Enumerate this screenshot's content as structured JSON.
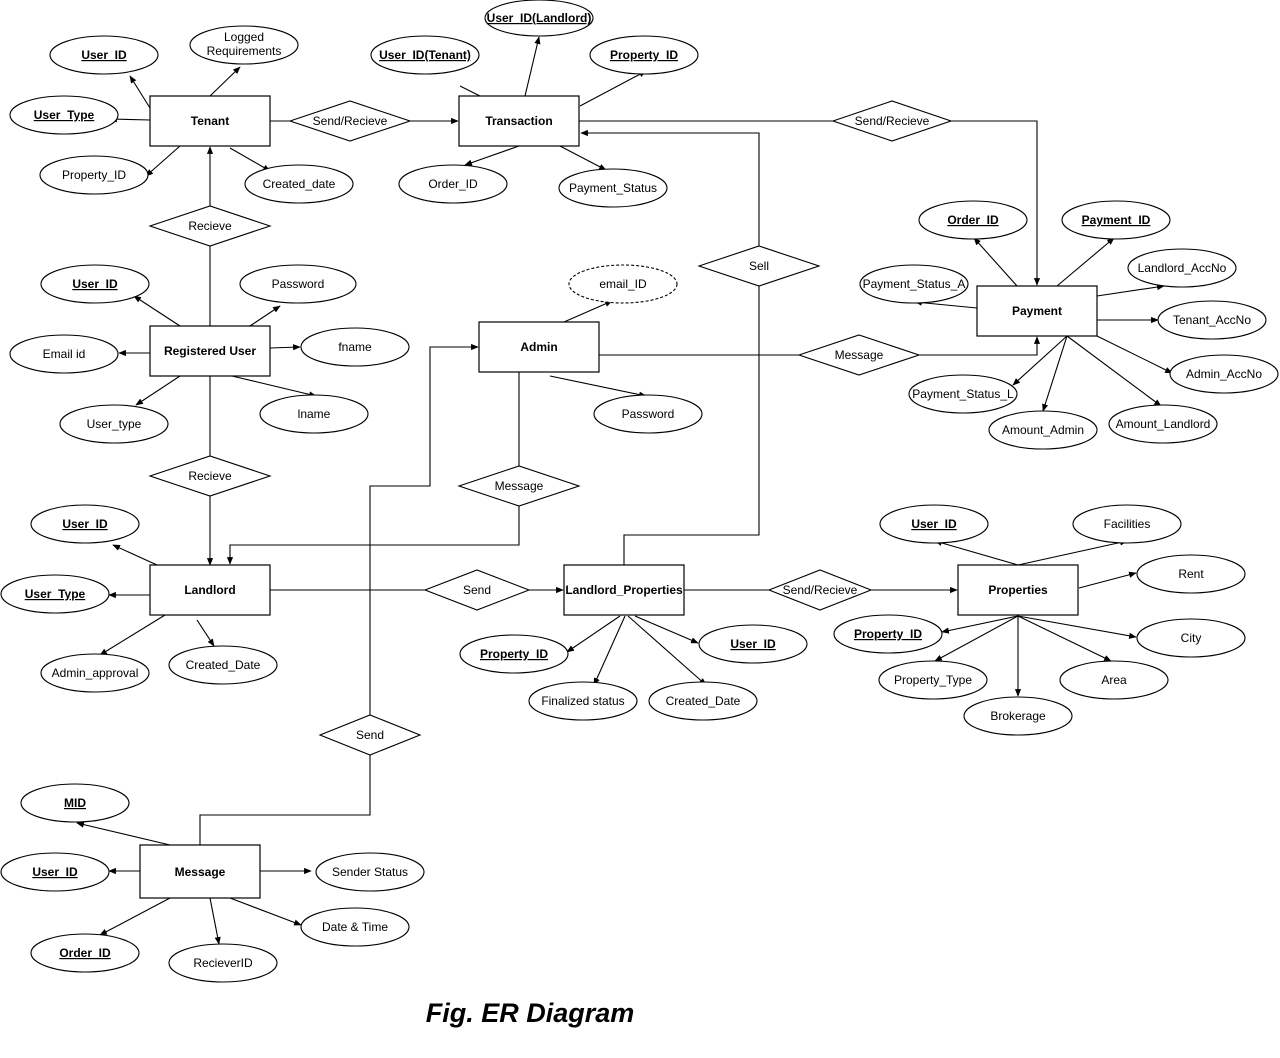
{
  "caption": "Fig. ER Diagram",
  "entities": {
    "tenant": "Tenant",
    "transaction": "Transaction",
    "registered_user": "Registered User",
    "admin": "Admin",
    "landlord": "Landlord",
    "landlord_properties": "Landlord_Properties",
    "properties": "Properties",
    "payment": "Payment",
    "message": "Message"
  },
  "relationships": {
    "tenant_transaction": "Send/Recieve",
    "transaction_payment": "Send/Recieve",
    "tenant_registered": "Recieve",
    "registered_landlord": "Recieve",
    "landlord_lp": "Send",
    "lp_properties": "Send/Recieve",
    "lp_transaction": "Sell",
    "admin_payment": "Message",
    "admin_landlord": "Message",
    "message_admin": "Send"
  },
  "attributes": {
    "tenant": {
      "user_id": "User_ID",
      "logged_req_1": "Logged",
      "logged_req_2": "Requirements",
      "user_type": "User_Type",
      "property_id": "Property_ID",
      "created_date": "Created_date"
    },
    "transaction": {
      "user_id_tenant": "User_ID(Tenant)",
      "user_id_landlord": "User_ID(Landlord)",
      "property_id": "Property_ID",
      "order_id": "Order_ID",
      "payment_status": "Payment_Status"
    },
    "registered_user": {
      "user_id": "User_ID",
      "password": "Password",
      "email_id": "Email id",
      "fname": "fname",
      "user_type": "User_type",
      "lname": "lname"
    },
    "admin": {
      "email_id": "email_ID",
      "password": "Password"
    },
    "landlord": {
      "user_id": "User_ID",
      "user_type": "User_Type",
      "admin_approval": "Admin_approval",
      "created_date": "Created_Date"
    },
    "landlord_properties": {
      "property_id": "Property_ID",
      "user_id": "User_ID",
      "finalized_status": "Finalized status",
      "created_date": "Created_Date"
    },
    "properties": {
      "user_id": "User_ID",
      "facilities": "Facilities",
      "rent": "Rent",
      "property_id": "Property_ID",
      "city": "City",
      "property_type": "Property_Type",
      "area": "Area",
      "brokerage": "Brokerage"
    },
    "payment": {
      "order_id": "Order_ID",
      "payment_id": "Payment_ID",
      "landlord_accno": "Landlord_AccNo",
      "payment_status_a": "Payment_Status_A",
      "tenant_accno": "Tenant_AccNo",
      "admin_accno": "Admin_AccNo",
      "payment_status_l": "Payment_Status_L",
      "amount_admin": "Amount_Admin",
      "amount_landlord": "Amount_Landlord"
    },
    "message": {
      "mid": "MID",
      "user_id": "User_ID",
      "sender_status": "Sender Status",
      "date_time": "Date & Time",
      "order_id": "Order_ID",
      "reciever_id": "RecieverID"
    }
  }
}
